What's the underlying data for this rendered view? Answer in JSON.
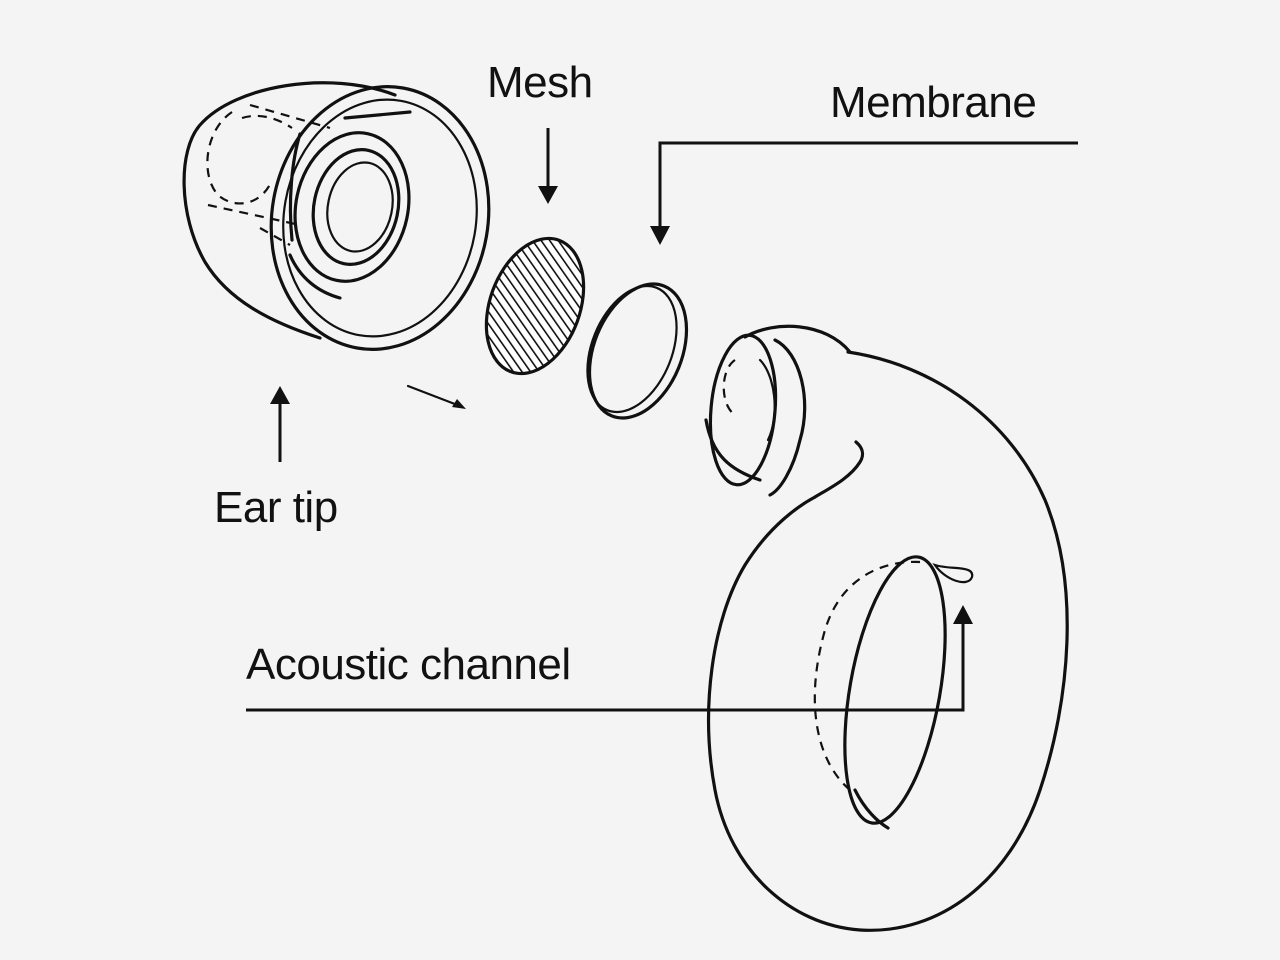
{
  "labels": {
    "mesh": "Mesh",
    "membrane": "Membrane",
    "ear_tip": "Ear tip",
    "acoustic_channel": "Acoustic channel"
  },
  "colors": {
    "background": "#f4f4f4",
    "line": "#111111"
  }
}
